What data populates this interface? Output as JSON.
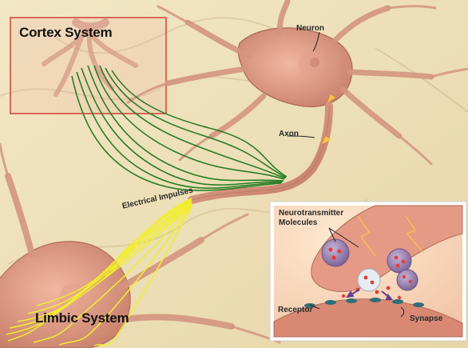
{
  "labels": {
    "cortex_system": "Cortex System",
    "limbic_system": "Limbic System",
    "neuron": "Neuron",
    "axon": "Axon",
    "electrical_impulses": "Electrical Impulses"
  },
  "inset": {
    "neurotransmitter_molecules": "Neurotransmitter Molecules",
    "receptor": "Receptor",
    "synapse": "Synapse"
  },
  "colors": {
    "background": "#efe6c6",
    "neuron_body": "#d79c83",
    "cortex_fibers": "#1f7a1f",
    "limbic_fibers": "#f2ef2a",
    "inset_border": "#ffffff",
    "inset_box_border": "#d24a3f"
  }
}
